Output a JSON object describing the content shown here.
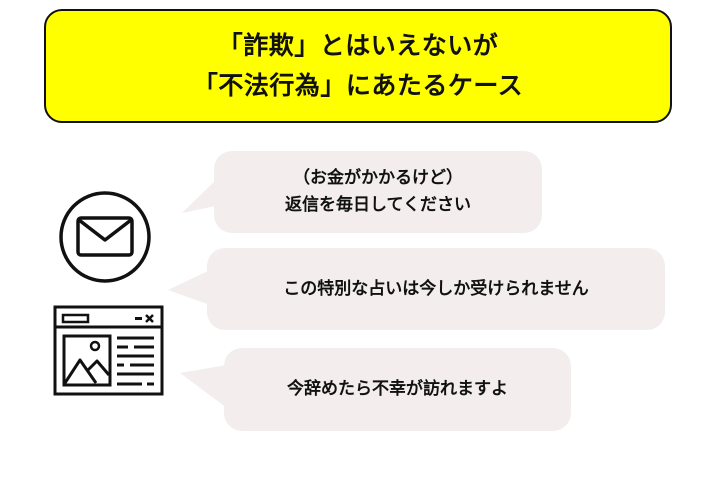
{
  "title": {
    "line1": "「詐欺」とはいえないが",
    "line2": "「不法行為」にあたるケース",
    "background_color": "#ffff00",
    "border_color": "#111111"
  },
  "bubbles": [
    {
      "line1": "（お金がかかるけど）",
      "line2": "返信を毎日してください"
    },
    {
      "line1": "この特別な占いは今しか受けられません"
    },
    {
      "line1": "今辞めたら不幸が訪れますよ"
    }
  ],
  "icons": {
    "mail": "envelope-in-circle",
    "web": "browser-window-with-image-and-text"
  },
  "colors": {
    "bubble_fill": "#f3eded",
    "text": "#111111"
  }
}
